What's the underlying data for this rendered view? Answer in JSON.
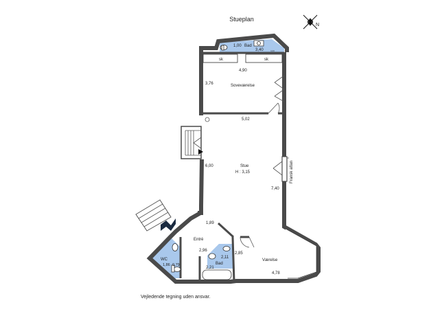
{
  "title": "Stueplan",
  "disclaimer": "Vejledende tegning uden ansvar.",
  "compass": {
    "icon": "compass-rose-icon",
    "label": "N"
  },
  "colors": {
    "wet_room": "#a9c8ec",
    "walls": "#4a4a4a"
  },
  "rooms": {
    "bad_top": {
      "name": "Bad",
      "dim_a": "1,00",
      "dim_b": "3,40",
      "dim_c": "4,44"
    },
    "soveværelse": {
      "name": "Soveværelse",
      "width": "4,90",
      "height": "3,76",
      "closet_left": "sk",
      "closet_right": "sk"
    },
    "stue": {
      "name": "Stue",
      "ceiling": "H : 3,15",
      "top": "5,02",
      "left": "6,00",
      "right": "7,40"
    },
    "fransk_altan": {
      "name": "Fransk altan"
    },
    "entre": {
      "name": "Entré",
      "dim_top": "1,89",
      "dim_bottom": "2,96"
    },
    "wc": {
      "name": "WC",
      "dim_a": "1,86",
      "dim_b": "0,79"
    },
    "bad_bottom": {
      "name": "Bad",
      "dim_a": "2,11",
      "dim_b": "2,21",
      "dim_c": "2,85"
    },
    "vaerelse": {
      "name": "Værelse",
      "dim": "4,78"
    }
  }
}
